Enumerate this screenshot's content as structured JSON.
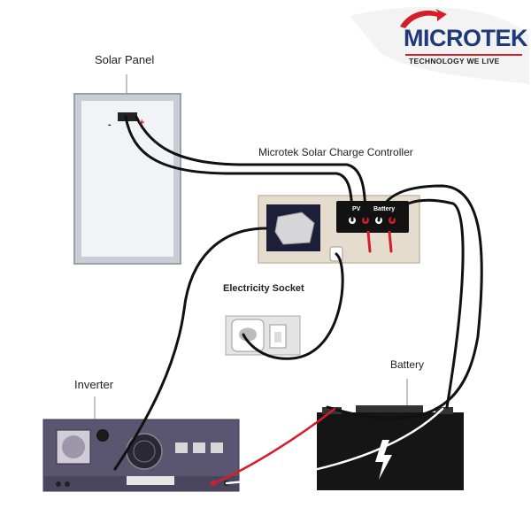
{
  "brand": {
    "name": "MICROTEK",
    "tagline": "TECHNOLOGY WE LIVE",
    "accent_color": "#1f3a7a",
    "swoosh_color": "#d41f2a"
  },
  "labels": {
    "solar_panel": "Solar Panel",
    "charge_controller": "Microtek Solar Charge Controller",
    "electricity_socket": "Electricity Socket",
    "battery": "Battery",
    "inverter": "Inverter"
  },
  "controller": {
    "pv_label": "PV",
    "battery_label": "Battery"
  },
  "polarity": {
    "negative": "-",
    "positive": "+"
  },
  "colors": {
    "wire_black": "#111111",
    "wire_red": "#d41f2a",
    "inverter_body": "#5a5570",
    "battery_body": "#151515",
    "controller_body": "#e6dccd"
  }
}
